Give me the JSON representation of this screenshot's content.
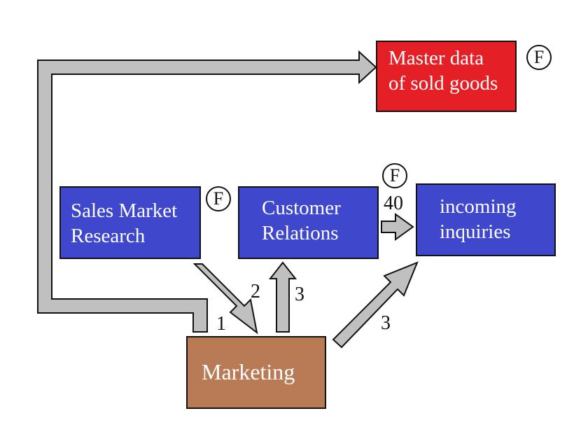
{
  "nodes": {
    "master_data": {
      "line1": "Master data",
      "line2": "of sold goods",
      "color": "#e51f26",
      "badge": "F"
    },
    "sales_research": {
      "line1": "Sales Market",
      "line2": "Research",
      "color": "#3f48cc",
      "badge": "F"
    },
    "customer_relations": {
      "line1": "Customer",
      "line2": "Relations",
      "color": "#3f48cc",
      "badge": "F"
    },
    "incoming_inquiries": {
      "line1": "incoming",
      "line2": "inquiries",
      "color": "#3f48cc"
    },
    "marketing": {
      "label": "Marketing",
      "color": "#b97a56"
    }
  },
  "edges": {
    "marketing_to_master": {
      "label": "1"
    },
    "research_to_marketing": {
      "label": "2"
    },
    "marketing_to_customer": {
      "label": "3"
    },
    "marketing_to_inquiries": {
      "label": "3"
    },
    "customer_to_inquiries": {
      "label": "40"
    }
  },
  "arrow_color": "#c0c0c0"
}
